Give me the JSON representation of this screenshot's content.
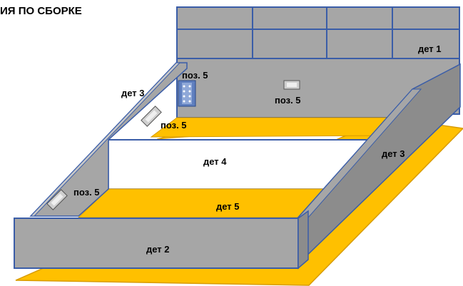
{
  "title": "ИЯ ПО СБОРКЕ",
  "labels": {
    "det1": "дет 1",
    "det2": "дет 2",
    "det3_left": "дет 3",
    "det3_right": "дет 3",
    "det4": "дет 4",
    "det5": "дет 5",
    "poz5_top": "поз. 5",
    "poz5_back": "поз. 5",
    "poz5_left_upper": "поз. 5",
    "poz5_left_lower": "поз. 5"
  },
  "colors": {
    "panel_gray": "#a6a6a6",
    "panel_dark": "#8c8c8c",
    "edge_blue": "#3a5da8",
    "bottom_yellow": "#ffc000",
    "bottom_edge": "#e0a000",
    "white_panel": "#ffffff"
  },
  "icons": {
    "hardware": "mounting-plate-icon",
    "bracket": "corner-bracket-icon"
  }
}
